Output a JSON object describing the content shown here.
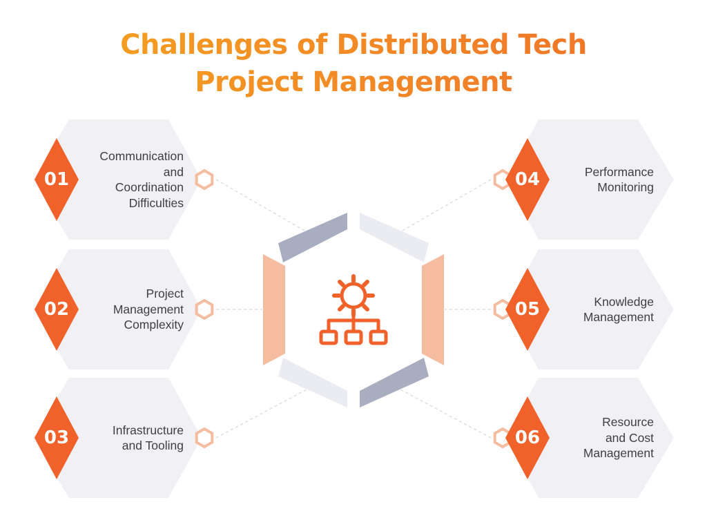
{
  "title": {
    "line1": "Challenges of Distributed Tech",
    "line2": "Project Management"
  },
  "colors": {
    "accent": "#f0622a",
    "title_start": "#f6a51f",
    "title_end": "#ef6d2a",
    "card": "#f1f1f5",
    "frame_gray": "#a8adc0",
    "frame_peach": "#f5bc9f",
    "frame_light": "#ebebf2",
    "text": "#3d3f45"
  },
  "center_icon": "hierarchy-gear-icon",
  "challenges": [
    {
      "number": "01",
      "lines": [
        "Communication",
        "and",
        "Coordination",
        "Difficulties"
      ]
    },
    {
      "number": "02",
      "lines": [
        "Project",
        "Management",
        "Complexity"
      ]
    },
    {
      "number": "03",
      "lines": [
        "Infrastructure",
        "and Tooling"
      ]
    },
    {
      "number": "04",
      "lines": [
        "Performance",
        "Monitoring"
      ]
    },
    {
      "number": "05",
      "lines": [
        "Knowledge",
        "Management"
      ]
    },
    {
      "number": "06",
      "lines": [
        "Resource",
        "and Cost",
        "Management"
      ]
    }
  ]
}
